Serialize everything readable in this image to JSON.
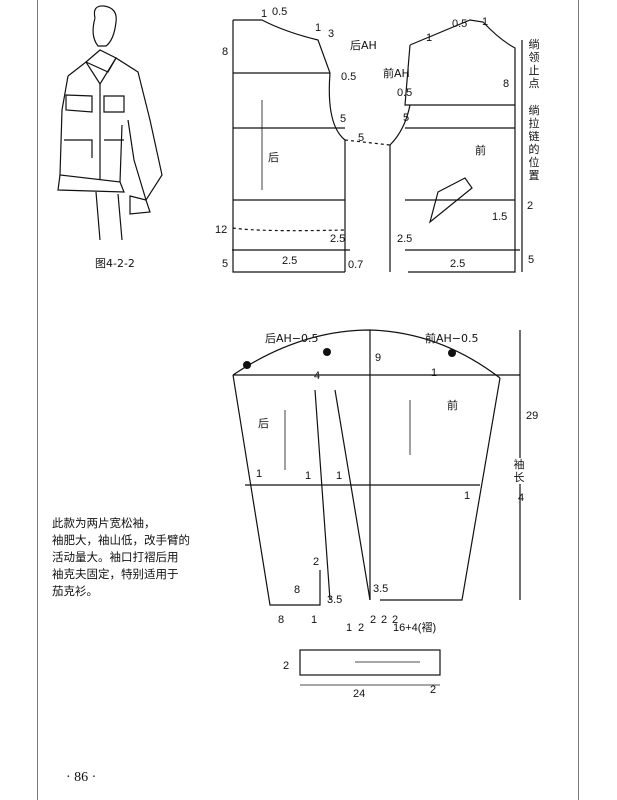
{
  "figure_caption": "图4-2-2",
  "description": [
    "此款为两片宽松袖，",
    "袖肥大，袖山低，改手臂的",
    "活动量大。袖口打褶后用",
    "袖克夫固定，特别适用于",
    "茄克衫。"
  ],
  "page_number": "· 86 ·",
  "bodice": {
    "back_label": "后",
    "front_label": "前",
    "back_ah": "后AH",
    "front_ah": "前AH",
    "zipper_top": "绱领止点",
    "zipper_position": "绱拉链的位置",
    "dims": [
      "1",
      "0.5",
      "1",
      "3",
      "8",
      "0.5",
      "5",
      "5",
      "12",
      "2.5",
      "5",
      "2.5",
      "0.7",
      "0.5",
      "1",
      "1",
      "8",
      "0.5",
      "5",
      "1.5",
      "2",
      "2.5",
      "2.5",
      "5"
    ]
  },
  "sleeve": {
    "back_label": "后",
    "front_label": "前",
    "back_ah": "后AH−0.5",
    "front_ah": "前AH−0.5",
    "sleeve_length": "袖长",
    "dims": [
      "4",
      "9",
      "1",
      "29",
      "4",
      "1",
      "1",
      "1",
      "1",
      "2",
      "8",
      "8",
      "1",
      "3.5",
      "1",
      "2",
      "3.5",
      "2",
      "2",
      "2",
      "16+4(褶)"
    ]
  },
  "cuff": {
    "left": "2",
    "right": "2",
    "length": "24"
  }
}
